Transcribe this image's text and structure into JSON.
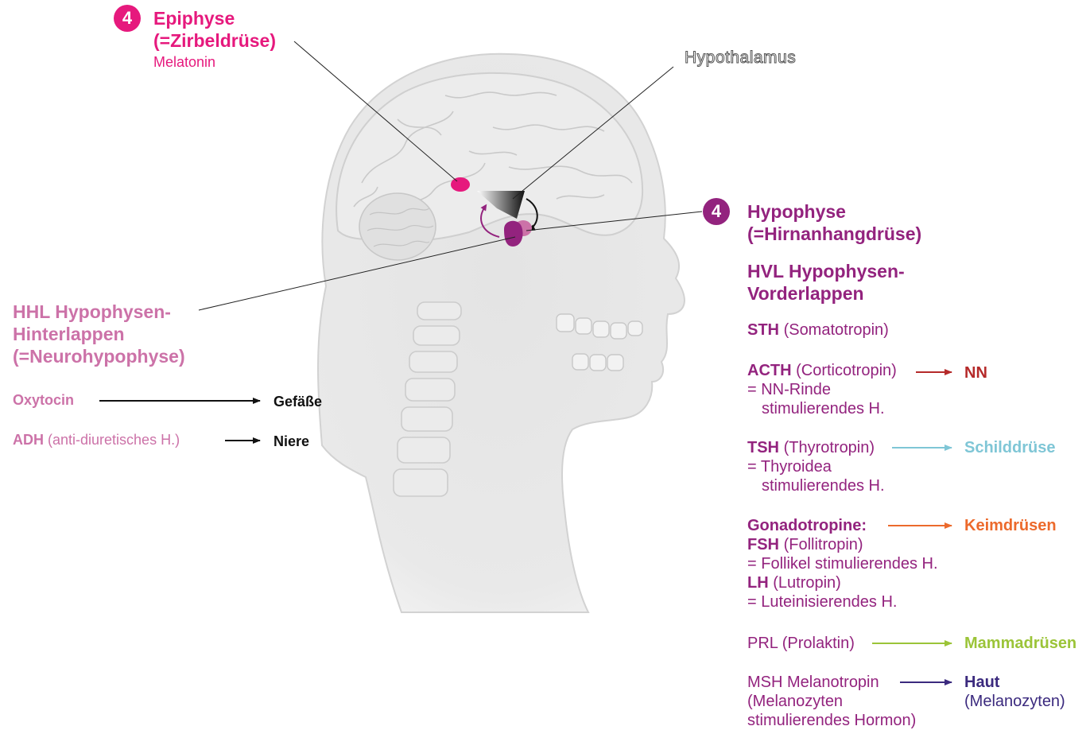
{
  "colors": {
    "magenta": "#e6197d",
    "purple": "#93237e",
    "pink_light": "#cc72a8",
    "text_gray": "#555555",
    "red": "#b52a2a",
    "light_blue": "#7fc6d6",
    "orange": "#ec6a2c",
    "green": "#9bc438",
    "dark_purple": "#3b2a7e",
    "head_gray": "#dedede"
  },
  "epiphyse": {
    "badge": "4",
    "title_line1": "Epiphyse",
    "title_line2": "(=Zirbeldrüse)",
    "hormone": "Melatonin"
  },
  "hypothalamus": {
    "label": "Hypothalamus"
  },
  "hypophyse": {
    "badge": "4",
    "title_line1": "Hypophyse",
    "title_line2": "(=Hirnanhangdrüse)"
  },
  "hhl": {
    "title_line1": "HHL Hypophysen-",
    "title_line2": "Hinterlappen",
    "title_line3": "(=Neurohypophyse)",
    "oxytocin": {
      "name": "Oxytocin",
      "target": "Gefäße"
    },
    "adh": {
      "name": "ADH",
      "desc": "(anti-diuretisches H.)",
      "target": "Niere"
    }
  },
  "hvl": {
    "title_line1": "HVL Hypophysen-",
    "title_line2": "Vorderlappen",
    "sth": {
      "abbr": "STH",
      "desc": "(Somatotropin)"
    },
    "acth": {
      "abbr": "ACTH",
      "desc": "(Corticotropin)",
      "line2": "= NN-Rinde",
      "line3": "stimulierendes H.",
      "target": "NN"
    },
    "tsh": {
      "abbr": "TSH",
      "desc": "(Thyrotropin)",
      "line2": "= Thyroidea",
      "line3": "stimulierendes H.",
      "target": "Schilddrüse"
    },
    "gonado": {
      "title": "Gonadotropine:",
      "fsh_abbr": "FSH",
      "fsh_desc": "(Follitropin)",
      "fsh_line": "= Follikel stimulierendes H.",
      "lh_abbr": "LH",
      "lh_desc": "(Lutropin)",
      "lh_line": "= Luteinisierendes H.",
      "target": "Keimdrüsen"
    },
    "prl": {
      "text": "PRL (Prolaktin)",
      "target": "Mammadrüsen"
    },
    "msh": {
      "line1": "MSH Melanotropin",
      "line2": "(Melanozyten",
      "line3": "stimulierendes Hormon)",
      "target": "Haut",
      "target_sub": "(Melanozyten)"
    }
  }
}
